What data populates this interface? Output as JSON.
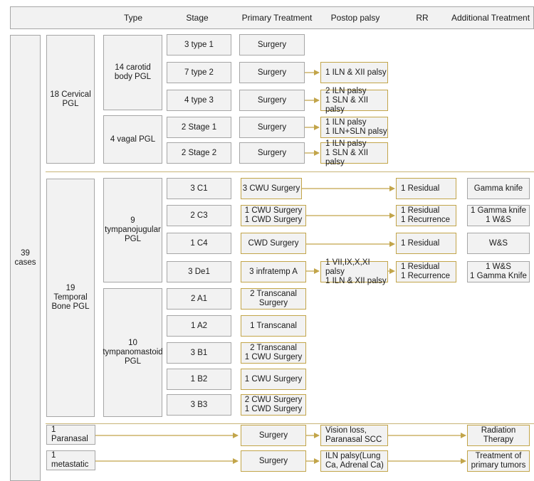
{
  "header": {
    "type": "Type",
    "stage": "Stage",
    "primary": "Primary Treatment",
    "postop": "Postop palsy",
    "rr": "RR",
    "additional": "Additional Treatment"
  },
  "total": "39\ncases",
  "groups": {
    "cervical": "18 Cervical\nPGL",
    "temporal": "19\nTemporal\nBone PGL",
    "paranasal": "1 Paranasal",
    "metastatic": "1 metastatic"
  },
  "subgroups": {
    "carotid": "14 carotid\nbody PGL",
    "vagal": "4 vagal PGL",
    "tympanojugular": "9\ntympanojugular\nPGL",
    "tympanomastoid": "10\ntympanomastoid\nPGL"
  },
  "stages": {
    "s1": "3 type 1",
    "s2": "7 type 2",
    "s3": "4 type 3",
    "s4": "2 Stage 1",
    "s5": "2 Stage 2",
    "s6": "3 C1",
    "s7": "2 C3",
    "s8": "1 C4",
    "s9": "3 De1",
    "s10": "2 A1",
    "s11": "1 A2",
    "s12": "3 B1",
    "s13": "1 B2",
    "s14": "3 B3"
  },
  "primary": {
    "p1": "Surgery",
    "p2": "Surgery",
    "p3": "Surgery",
    "p4": "Surgery",
    "p5": "Surgery",
    "p6": "3 CWU Surgery",
    "p7": "1 CWU Surgery\n1 CWD Surgery",
    "p8": "CWD Surgery",
    "p9": "3 infratemp A",
    "p10": "2 Transcanal\nSurgery",
    "p11": "1 Transcanal",
    "p12": "2 Transcanal\n1 CWU Surgery",
    "p13": "1 CWU Surgery",
    "p14": "2 CWU Surgery\n1 CWD Surgery",
    "p15": "Surgery",
    "p16": "Surgery"
  },
  "postop": {
    "o1": "1 ILN & XII palsy",
    "o2": "2 ILN palsy\n1 SLN & XII palsy",
    "o3": "1 ILN palsy\n1 ILN+SLN palsy",
    "o4": "1 ILN palsy\n1 SLN & XII palsy",
    "o5": "1 VII,IX,X,XI palsy\n1 ILN & XII palsy",
    "o6": "Vision loss,\nParanasal SCC",
    "o7": "ILN palsy(Lung\nCa, Adrenal Ca)"
  },
  "rr": {
    "r1": "1 Residual",
    "r2": "1 Residual\n1 Recurrence",
    "r3": "1 Residual",
    "r4": "1 Residual\n1 Recurrence"
  },
  "additional": {
    "a1": "Gamma knife",
    "a2": "1 Gamma knife\n1 W&S",
    "a3": "W&S",
    "a4": "1 W&S\n1 Gamma Knife",
    "a5": "Radiation\nTherapy",
    "a6": "Treatment of\nprimary tumors"
  },
  "colors": {
    "box_fill": "#f2f2f2",
    "border_gray": "#a6a6a6",
    "accent_gold": "#c2a54a"
  }
}
